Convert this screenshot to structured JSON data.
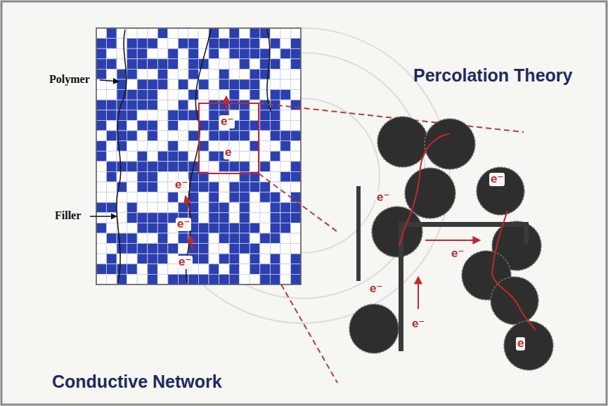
{
  "diagram": {
    "labels": [
      "Polymer",
      "Filler",
      "Percolation Theory",
      "Conductive Network",
      "e⁻",
      "e",
      "e⁻",
      "e⁻",
      "e⁻",
      "e⁻",
      "e⁻",
      "e⁻",
      "e⁻",
      "e⁻",
      "e"
    ]
  }
}
